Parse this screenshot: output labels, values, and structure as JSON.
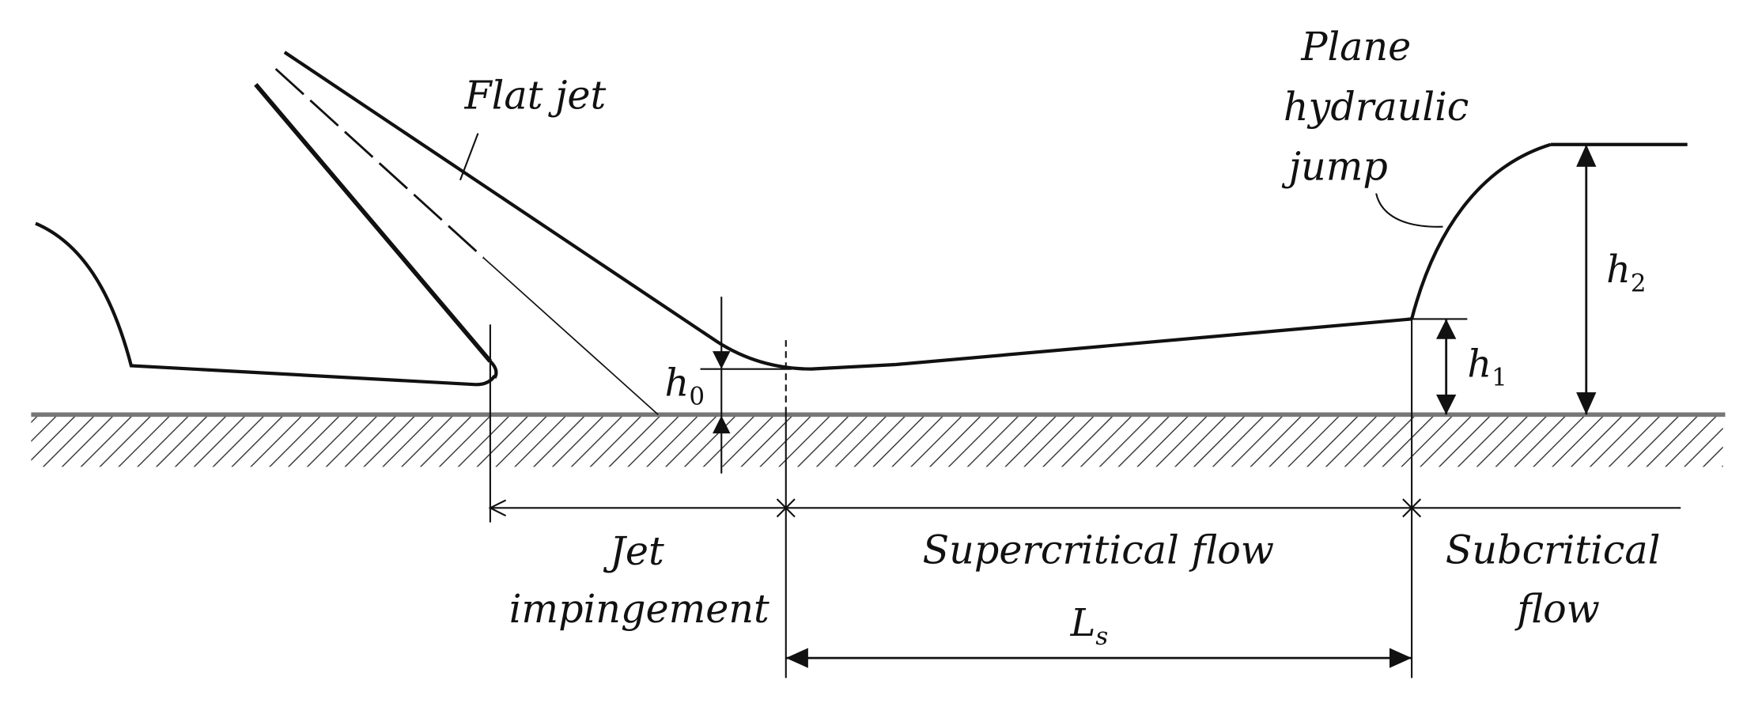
{
  "labels": {
    "flat_jet": "Flat jet",
    "plane_jump_1": "Plane",
    "plane_jump_2": "hydraulic",
    "plane_jump_3": "jump",
    "jet_impingement_1": "Jet",
    "jet_impingement_2": "impingement",
    "supercritical_flow": "Supercritical flow",
    "subcritical_flow_1": "Subcritical",
    "subcritical_flow_2": "flow"
  },
  "symbols": {
    "h0": {
      "base": "h",
      "sub": "0"
    },
    "h1": {
      "base": "h",
      "sub": "1"
    },
    "h2": {
      "base": "h",
      "sub": "2"
    },
    "Ls": {
      "base": "L",
      "sub": "s"
    }
  }
}
